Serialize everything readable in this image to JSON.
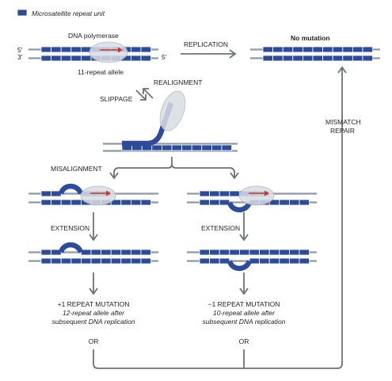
{
  "legend": {
    "label": "Microsatellite repeat unit",
    "color": "#2c4b9b"
  },
  "labels": {
    "five_prime_top": "5'",
    "three_prime_top": "3'",
    "five_prime_right": "5'",
    "dna_polymerase": "DNA polymerase",
    "allele": "11-repeat allele",
    "replication": "REPLICATION",
    "no_mutation": "No mutation",
    "realignment": "REALIGNMENT",
    "slippage": "SLIPPAGE",
    "mismatch_repair_1": "MISMATCH",
    "mismatch_repair_2": "REPAIR",
    "misalignment": "MISALIGNMENT",
    "extension_left": "EXTENSION",
    "extension_right": "EXTENSION",
    "plus_mutation": "+1 REPEAT MUTATION",
    "plus_desc_1": "12-repeat allele after",
    "plus_desc_2": "subsequent DNA replication",
    "minus_mutation": "−1 REPEAT MUTATION",
    "minus_desc_1": "10-repeat allele after",
    "minus_desc_2": "subsequent DNA replication",
    "or_left": "OR",
    "or_right": "OR"
  },
  "colors": {
    "repeat": "#2c4b9b",
    "strand": "#8c9aa6",
    "arrow": "#6b7276",
    "polymerase_arrow": "#c0392b"
  }
}
